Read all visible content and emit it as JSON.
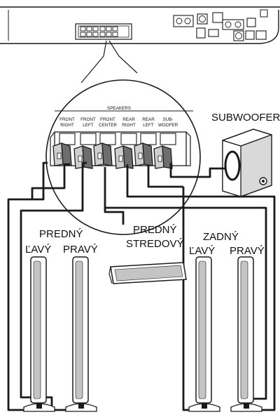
{
  "panel": {
    "heading": "SPEAKERS",
    "jacks": [
      {
        "line1": "FRONT",
        "line2": "RIGHT",
        "fill": "#ffffff"
      },
      {
        "line1": "FRONT",
        "line2": "LEFT",
        "fill": "#ffffff"
      },
      {
        "line1": "FRONT",
        "line2": "CENTER",
        "fill": "#ffffff"
      },
      {
        "line1": "REAR",
        "line2": "RIGHT",
        "fill": "#ffffff"
      },
      {
        "line1": "REAR",
        "line2": "LEFT",
        "fill": "#ffffff"
      },
      {
        "line1": "SUB-",
        "line2": "WOOFER",
        "fill": "#ffffff"
      }
    ]
  },
  "subwoofer_label": "SUBWOOFER",
  "labels": {
    "predny_front": "PREDNÝ",
    "lavy_front": "ĽAVÝ",
    "pravy_front": "PRAVÝ",
    "predny_center": "PREDNÝ",
    "stredovy": "STREDOVÝ",
    "zadny": "ZADNÝ",
    "lavy_rear": "ĽAVÝ",
    "pravy_rear": "PRAVÝ"
  },
  "colors": {
    "line": "#1a1a1a",
    "connector_dark": "#6e6e6e",
    "connector_light": "#cfcfcf",
    "speaker_gray": "#bdbdbd"
  }
}
